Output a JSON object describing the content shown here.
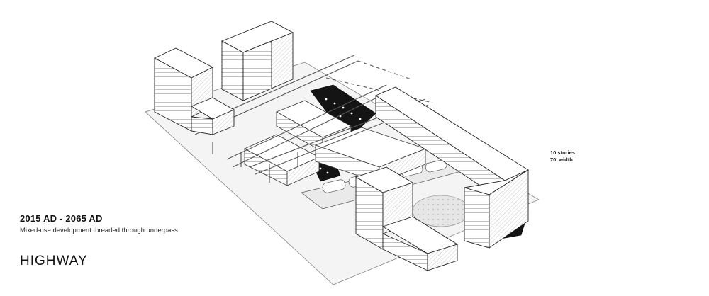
{
  "caption": {
    "dates": "2015 AD - 2065 AD",
    "subtitle": "Mixed-use development threaded through underpass",
    "title": "HIGHWAY"
  },
  "annotation": {
    "stories": "10 stories",
    "width": "70' width"
  }
}
